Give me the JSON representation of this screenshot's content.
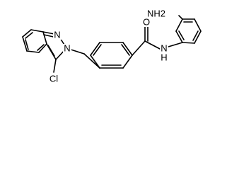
{
  "structure": {
    "atom_labels": {
      "amine": "NH2",
      "carbonyl_oxygen": "O",
      "amide_nitrogen": "N",
      "amide_hydrogen": "H",
      "indazole_n1": "N",
      "indazole_n2": "N",
      "chlorine": "Cl"
    },
    "colors": {
      "bond": "#000000",
      "label": "#000000",
      "background": "#ffffff"
    }
  }
}
